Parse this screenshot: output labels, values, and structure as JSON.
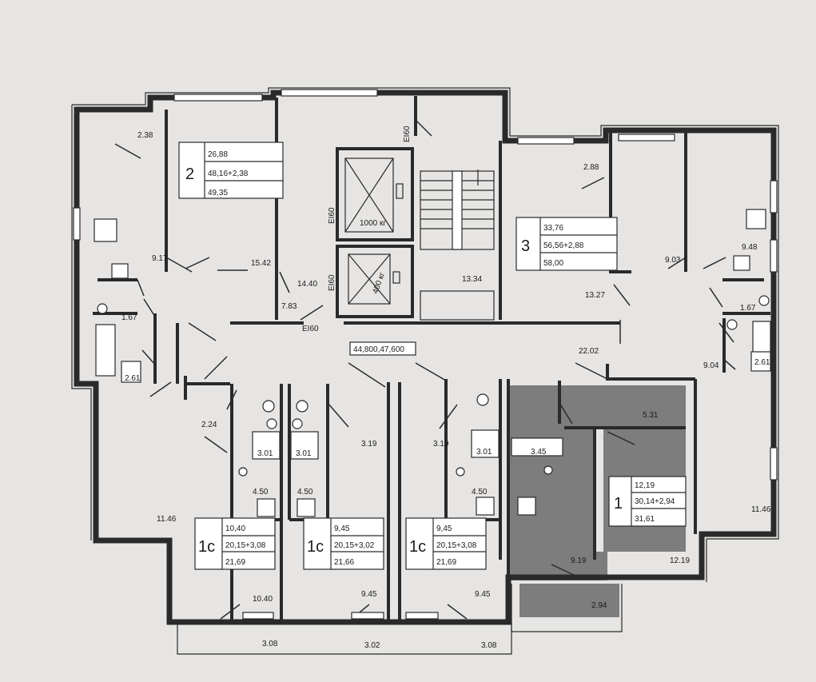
{
  "palette": {
    "paper": "#e7e5e3",
    "ink": "#2a2a2a",
    "highlight": "#7d7d7d"
  },
  "units": [
    {
      "id": "unit-2",
      "type": "2",
      "lines": [
        "26,88",
        "48,16+2,38",
        "49,35"
      ]
    },
    {
      "id": "unit-3",
      "type": "3",
      "lines": [
        "33,76",
        "56,56+2,88",
        "58,00"
      ]
    },
    {
      "id": "unit-1",
      "type": "1",
      "lines": [
        "12,19",
        "30,14+2,94",
        "31,61"
      ],
      "highlighted": true
    },
    {
      "id": "unit-1c-a",
      "type": "1с",
      "lines": [
        "10,40",
        "20,15+3,08",
        "21,69"
      ]
    },
    {
      "id": "unit-1c-b",
      "type": "1с",
      "lines": [
        "9,45",
        "20,15+3,02",
        "21,66"
      ]
    },
    {
      "id": "unit-1c-c",
      "type": "1с",
      "lines": [
        "9,45",
        "20,15+3,08",
        "21,69"
      ]
    }
  ],
  "room_areas": [
    "2.38",
    "9.17",
    "15.42",
    "14.40",
    "7.83",
    "1.67",
    "2.61",
    "2.24",
    "11.46",
    "13.34",
    "2.88",
    "13.27",
    "9.03",
    "9.48",
    "1.67",
    "2.61",
    "9.04",
    "22.02",
    "5.31",
    "3.19",
    "3.19",
    "3.01",
    "3.01",
    "3.01",
    "3.45",
    "4.50",
    "4.50",
    "4.50",
    "10.40",
    "9.45",
    "9.45",
    "3.08",
    "3.02",
    "3.08",
    "9.19",
    "12.19",
    "2.94",
    "11.46"
  ],
  "fire_door_labels": [
    "EI60",
    "EI60",
    "EI60",
    "EI60"
  ],
  "elevators": [
    {
      "capacity": "1000 кг"
    },
    {
      "capacity": "400 кг"
    }
  ],
  "level_marks": "44,800,47,600"
}
